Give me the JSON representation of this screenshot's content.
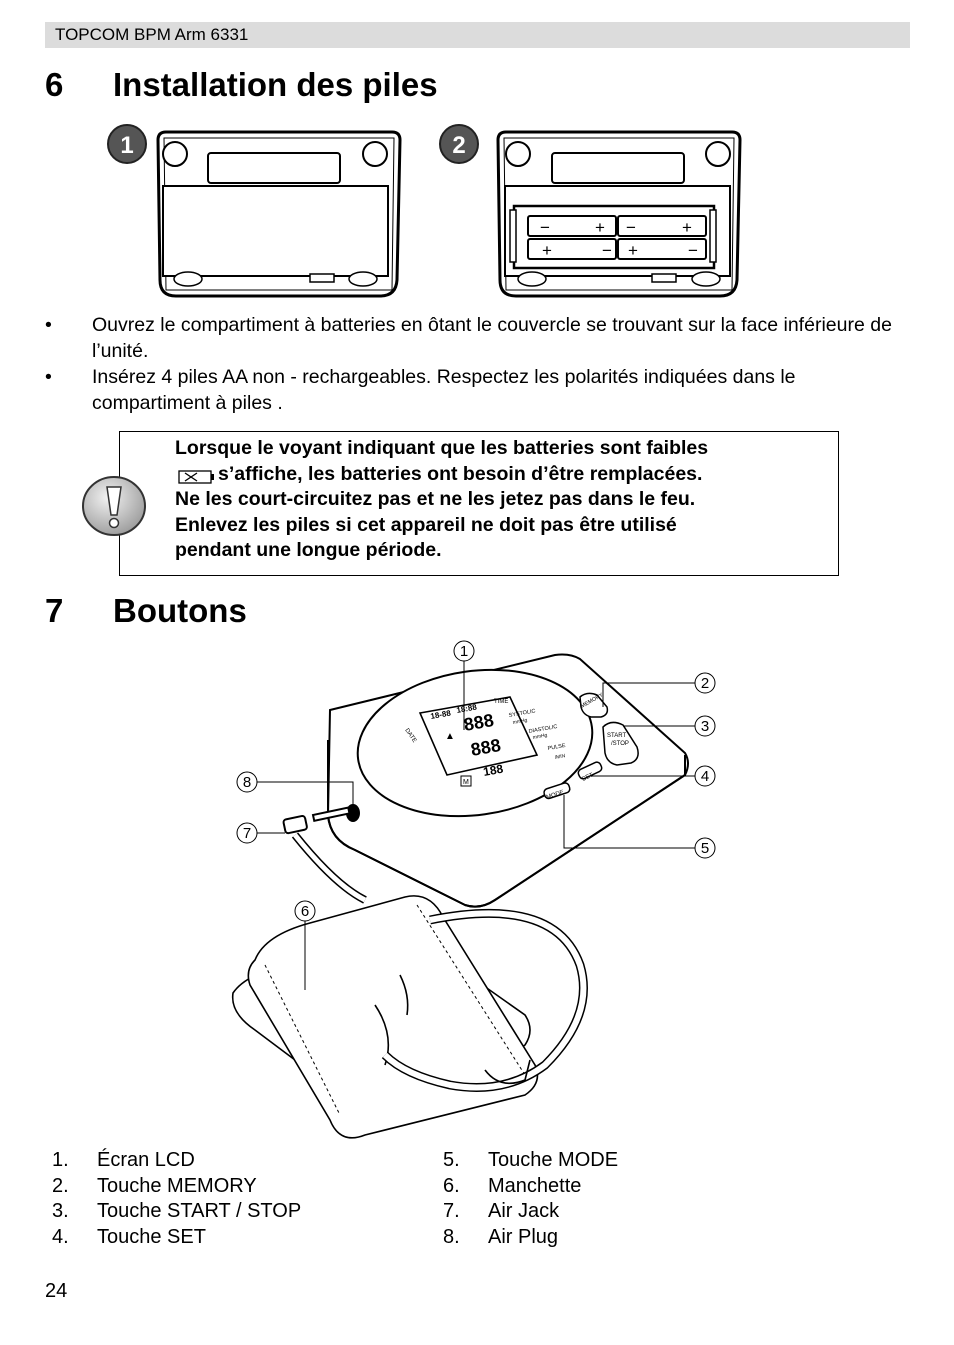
{
  "header": {
    "title": "TOPCOM BPM Arm 6331"
  },
  "section6": {
    "number": "6",
    "title": "Installation des piles",
    "figure_steps": [
      "1",
      "2"
    ],
    "bullets": [
      "Ouvrez le compartiment à batteries en ôtant le couvercle se trouvant sur la face inférieure de l’unité.",
      "Insérez 4 piles AA non - rechargeables. Respectez les polarités indiquées dans le compartiment à piles ."
    ],
    "warning": {
      "line1": "Lorsque le voyant indiquant que les batteries sont faibles",
      "line2": "s’affiche, les batteries ont besoin d’être remplacées.",
      "line3": "Ne les court-circuitez pas et ne les jetez pas dans le feu.",
      "line4": "Enlevez les piles si cet appareil ne doit pas être utilisé",
      "line5": "pendant une longue période."
    }
  },
  "section7": {
    "number": "7",
    "title": "Boutons",
    "callouts": [
      "1",
      "2",
      "3",
      "4",
      "5",
      "6",
      "7",
      "8"
    ],
    "device_labels": {
      "time": "TIME",
      "systolic": "SYSTOLIC",
      "diastolic": "DIASTOLIC",
      "pulse": "PULSE",
      "date": "DATE",
      "mmhg": "mmHg",
      "bmin": "/MIN",
      "memory": "MEMORY",
      "start": "START",
      "stop": "/STOP",
      "set": "SET",
      "mode": "MODE",
      "m": "M"
    },
    "legend_left": [
      {
        "num": "1.",
        "text": "Écran LCD"
      },
      {
        "num": "2.",
        "text": "Touche MEMORY"
      },
      {
        "num": "3.",
        "text": "Touche START / STOP"
      },
      {
        "num": "4.",
        "text": "Touche SET"
      }
    ],
    "legend_right": [
      {
        "num": "5.",
        "text": "Touche MODE"
      },
      {
        "num": "6.",
        "text": "Manchette"
      },
      {
        "num": "7.",
        "text": "Air Jack"
      },
      {
        "num": "8.",
        "text": "Air Plug"
      }
    ]
  },
  "footer": {
    "page_number": "24"
  }
}
